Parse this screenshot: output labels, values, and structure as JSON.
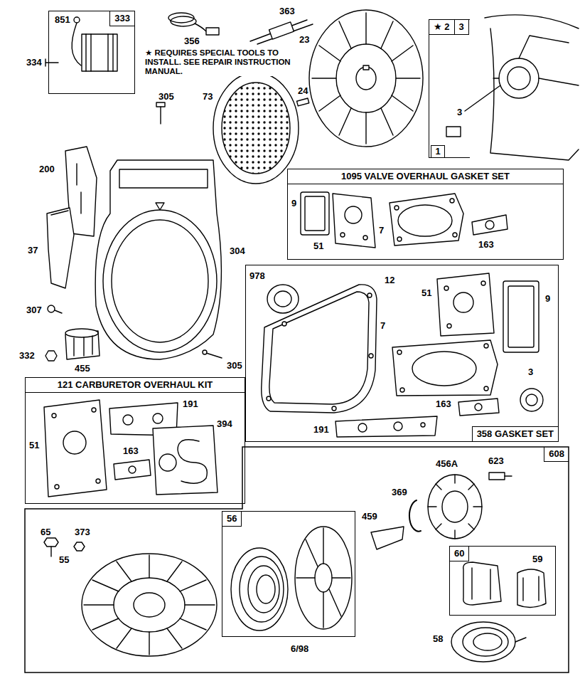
{
  "diagram": {
    "nodes": [
      {
        "text": [
          "333"
        ]
      },
      {
        "text": [
          "★ 2",
          "3"
        ]
      },
      {
        "text": [
          "1"
        ],
        "in": 1
      },
      {
        "text": [
          "1095 VALVE OVERHAUL GASKET SET"
        ]
      },
      {
        "text": [
          "358 GASKET SET"
        ]
      },
      {
        "text": [
          "121 CARBURETOR OVERHAUL KIT"
        ]
      },
      {
        "text": [
          "608"
        ]
      },
      {
        "text": [
          "56"
        ],
        "in": 6
      },
      {
        "text": [
          "60"
        ],
        "in": 6
      }
    ],
    "labels": [
      "851",
      "334",
      "356",
      "363",
      "★ REQUIRES SPECIAL TOOLS TO INSTALL. SEE REPAIR INSTRUCTION MANUAL.",
      "23",
      "24",
      "305",
      "73",
      "200",
      "37",
      "304",
      "307",
      "332",
      "455",
      "305",
      "3",
      "9",
      "51",
      "7",
      "163",
      "978",
      "12",
      "51",
      "9",
      "7",
      "163",
      "3",
      "191",
      "191",
      "394",
      "51",
      "163",
      "65",
      "373",
      "55",
      "456A",
      "623",
      "369",
      "459",
      "59",
      "58",
      "6/98"
    ]
  }
}
